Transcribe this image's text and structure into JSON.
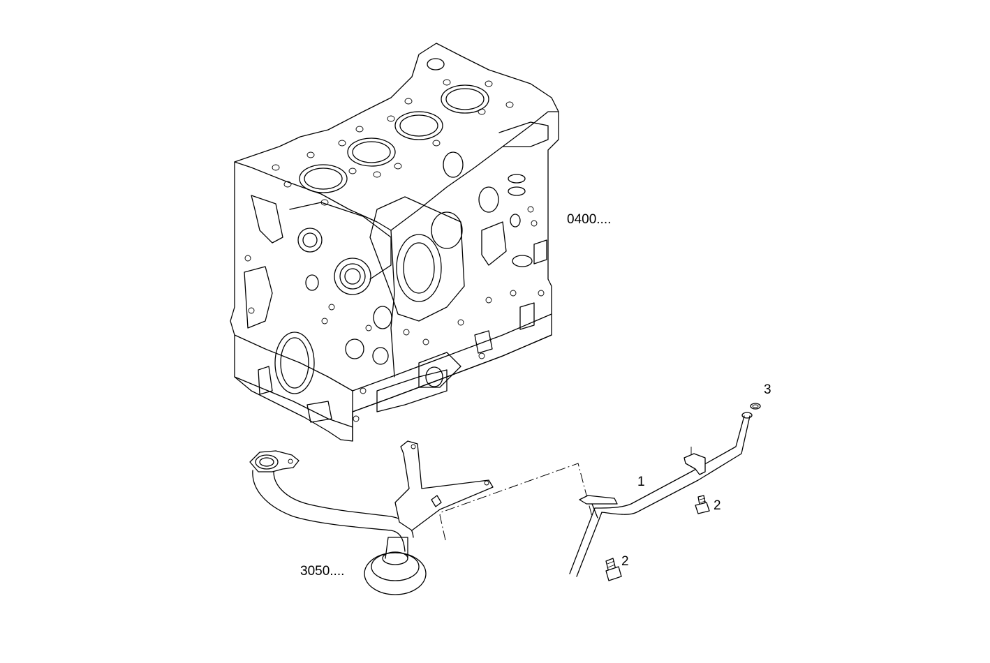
{
  "callouts": {
    "engine_block_ref": "0400....",
    "oil_pump_ref": "3050....",
    "item_1": "1",
    "item_2_upper": "2",
    "item_2_lower": "2",
    "item_3": "3"
  }
}
